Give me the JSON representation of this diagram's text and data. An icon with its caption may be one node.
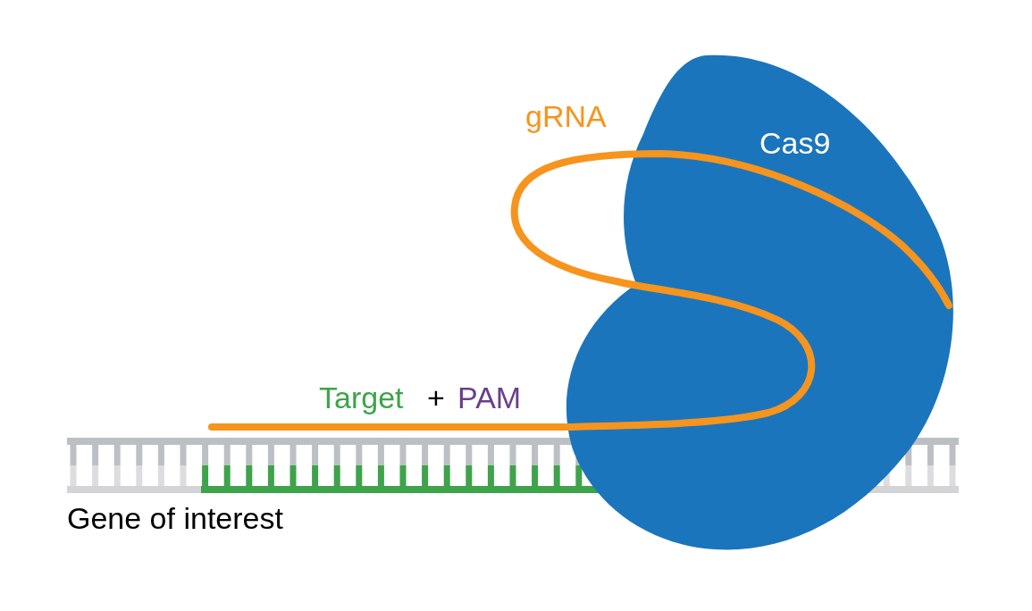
{
  "diagram": {
    "nodes": [
      {
        "text": [
          "Cas9"
        ]
      }
    ],
    "labels": [
      "gRNA",
      "Target",
      "+",
      "PAM",
      "Gene of interest"
    ]
  }
}
